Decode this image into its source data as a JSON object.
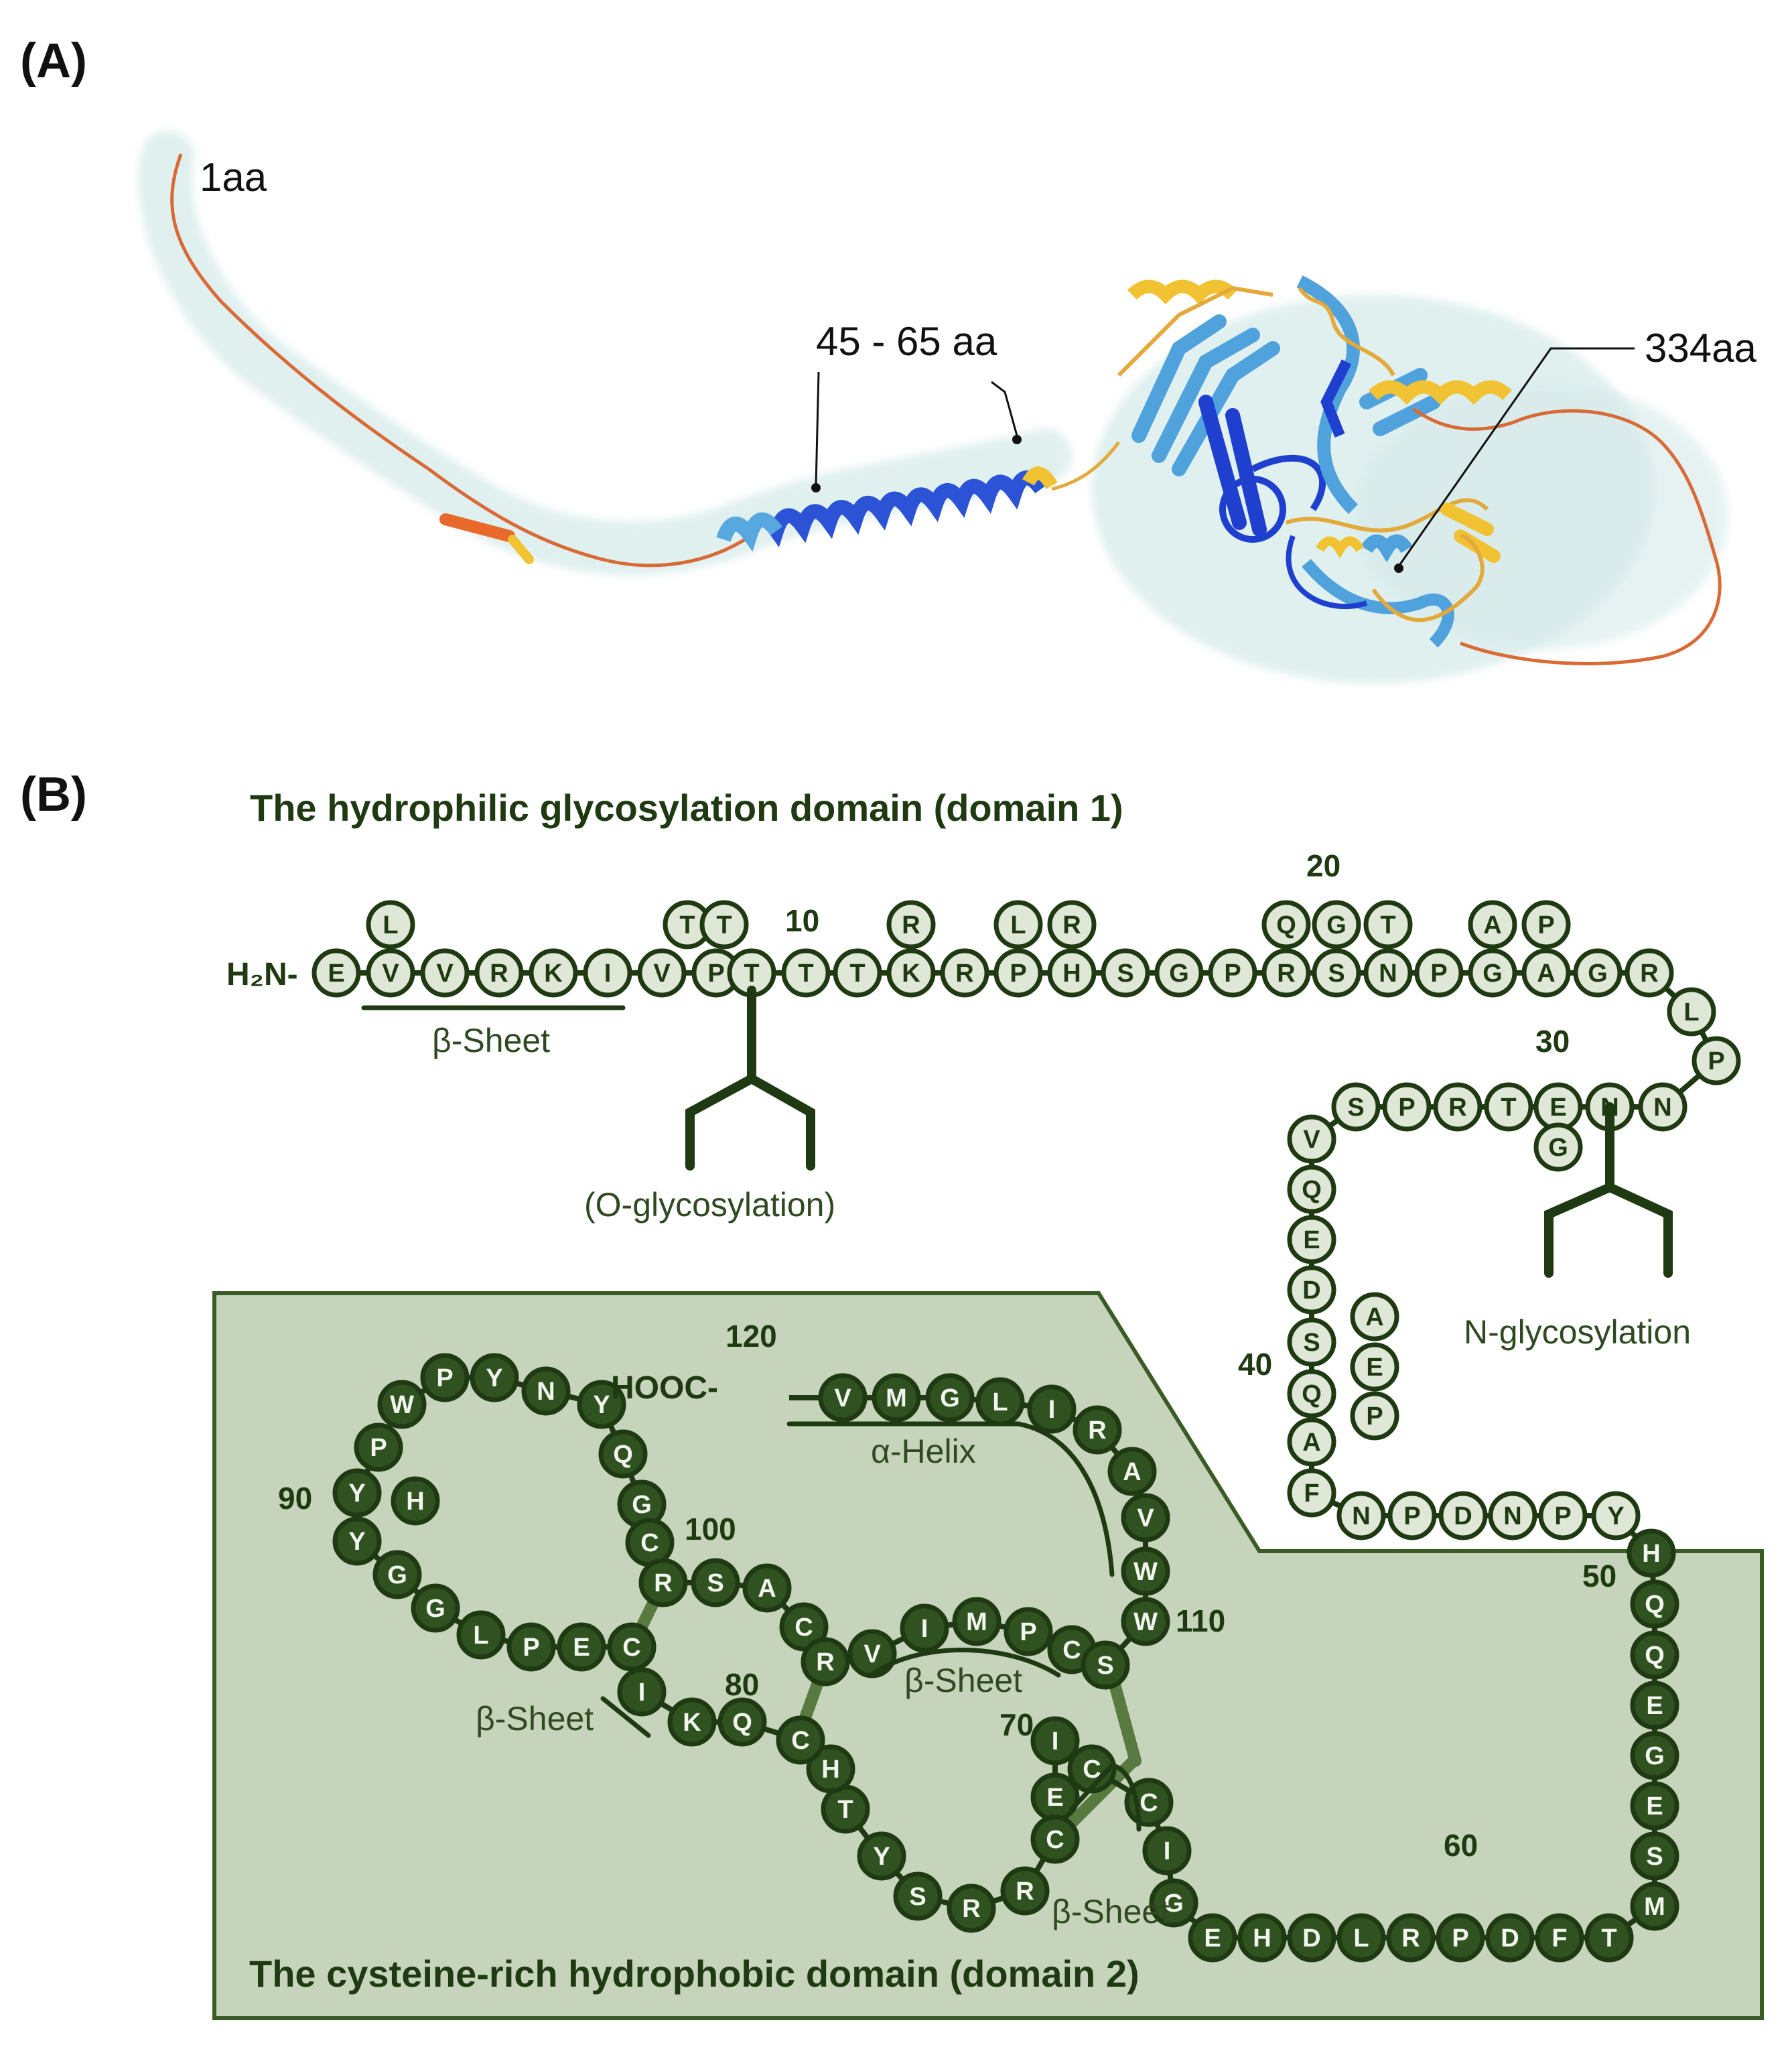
{
  "panel_a": {
    "label": "(A)",
    "annotations": {
      "start": "1aa",
      "helix_range": "45 - 65 aa",
      "end": "334aa"
    }
  },
  "panel_b": {
    "label": "(B)",
    "domain1_title": "The hydrophilic glycosylation domain (domain 1)",
    "domain2_title": "The cysteine-rich hydrophobic domain (domain 2)",
    "n_terminus": "H₂N-",
    "c_terminus": "HOOC-",
    "labels": {
      "beta_sheet": "β-Sheet",
      "alpha_helix": "α-Helix",
      "o_glyco": "(O-glycosylation)",
      "n_glyco": "N-glycosylation"
    },
    "numbers": [
      "10",
      "20",
      "30",
      "40",
      "50",
      "60",
      "70",
      "80",
      "90",
      "100",
      "110",
      "120"
    ],
    "residues": [
      "E",
      "V",
      "V",
      "R",
      "K",
      "I",
      "V",
      "P",
      "T",
      "T",
      "T",
      "K",
      "R",
      "P",
      "H",
      "S",
      "G",
      "P",
      "R",
      "S",
      "N",
      "P",
      "G",
      "A",
      "G",
      "R",
      "L",
      "P",
      "N",
      "N",
      "E",
      "T",
      "R",
      "P",
      "S",
      "V",
      "Q",
      "E",
      "D",
      "S",
      "Q",
      "A",
      "F",
      "N",
      "P",
      "D",
      "N",
      "P",
      "Y",
      "H",
      "Q",
      "Q",
      "E",
      "G",
      "E",
      "S",
      "M",
      "T",
      "F",
      "D",
      "P",
      "R",
      "L",
      "D",
      "H",
      "E",
      "G",
      "I",
      "C",
      "C",
      "I",
      "E",
      "C",
      "R",
      "R",
      "S",
      "Y",
      "T",
      "H",
      "C",
      "Q",
      "K",
      "I",
      "C",
      "E",
      "P",
      "L",
      "G",
      "G",
      "Y",
      "Y",
      "P",
      "W",
      "P",
      "Y",
      "N",
      "Y",
      "Q",
      "G",
      "C",
      "R",
      "S",
      "A",
      "C",
      "R",
      "V",
      "I",
      "M",
      "P",
      "C",
      "S",
      "W",
      "W",
      "V",
      "A",
      "R",
      "I",
      "L",
      "G",
      "M",
      "V"
    ],
    "side_residues": [
      "L",
      "T",
      "T",
      "R",
      "L",
      "R",
      "Q",
      "G",
      "T",
      "A",
      "P",
      "G",
      "A",
      "E",
      "P",
      "H"
    ]
  }
}
